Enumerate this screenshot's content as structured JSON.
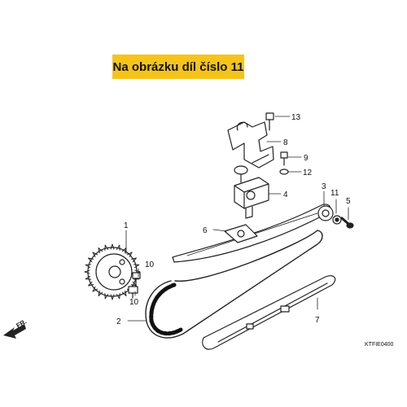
{
  "banner": {
    "text": "Na obrázku díl číslo 11",
    "color": "#f6c419"
  },
  "part_numbers": [
    "1",
    "2",
    "3",
    "4",
    "5",
    "6",
    "7",
    "8",
    "9",
    "10",
    "10",
    "11",
    "12",
    "13"
  ],
  "direction_label": "FR.",
  "diagram_code": "KTFIE0400"
}
